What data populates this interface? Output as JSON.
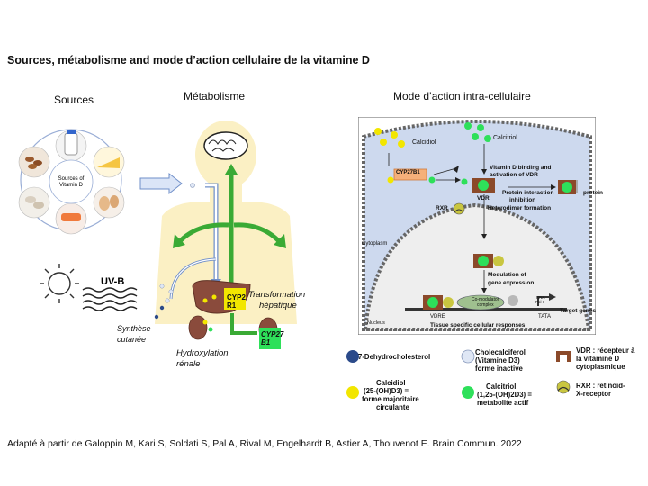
{
  "title": "Sources, métabolisme and mode d’action cellulaire de la vitamine D",
  "sections": {
    "sources": "Sources",
    "metabolism": "Métabolisme",
    "mode": "Mode d’action intra-cellulaire"
  },
  "sources_panel": {
    "center_label_line1": "Sources of",
    "center_label_line2": "Vitamin D",
    "uvb": "UV-B"
  },
  "metabolism_panel": {
    "cyp2r1_line1": "CYP2",
    "cyp2r1_line2": "R1",
    "transformation_line1": "Transformation",
    "transformation_line2": "hépatique",
    "synthese_line1": "Synthèse",
    "synthese_line2": "cutanée",
    "cyp27b1_line1": "CYP27",
    "cyp27b1_line2": "B1",
    "hydroxylation_line1": "Hydroxylation",
    "hydroxylation_line2": "rénale"
  },
  "cell_panel": {
    "calcidiol": "Calcidiol",
    "calcitriol": "Calcitriol",
    "cyp27b1": "CYP27B1",
    "binding_line1": "Vitamin D binding and",
    "binding_line2": "activation of VDR",
    "vdr": "VDR",
    "interaction_line1": "Protein interaction",
    "interaction_line2": "inhibition",
    "protein": "protein",
    "rxr": "RXR",
    "heterodimer": "Heterodimer formation",
    "cytoplasm": "Cytoplasm",
    "modulation_line1": "Modulation of",
    "modulation_line2": "gene expression",
    "comodulator_line1": "Co-modulator",
    "comodulator_line2": "complex",
    "rna_line1": "RNA",
    "rna_line2": "Pol II",
    "target_genes": "Target genes",
    "vdre": "VDRE",
    "tata": "TATA",
    "nucleus": "Nucleus",
    "tissue": "Tissue specific cellular responses"
  },
  "legend": {
    "dehydro": "7-Dehydrocholesterol",
    "chole_line1": "Cholecalciferol",
    "chole_line2": "(Vitamine D3)",
    "chole_line3": "forme inactive",
    "vdr_line1": "VDR : récepteur à",
    "vdr_line2": "la vitamine D",
    "vdr_line3": "cytoplasmique",
    "calcidiol_line1": "Calcidiol",
    "calcidiol_line2": "(25-(OH)D3) =",
    "calcidiol_line3": "forme majoritaire",
    "calcidiol_line4": "circulante",
    "calcitriol_line1": "Calcitriol",
    "calcitriol_line2": "(1,25-(OH)2D3) =",
    "calcitriol_line3": "metabolite actif",
    "rxr_line1": "RXR : retinoid-",
    "rxr_line2": "X-receptor"
  },
  "caption": "Adapté à partir de Galoppin M, Kari S, Soldati S, Pal A, Rival M, Engelhardt B, Astier A, Thouvenot E. Brain Commun. 2022",
  "colors": {
    "calcidiol": "#f2e600",
    "calcitriol": "#2ee05a",
    "dehydro": "#2b4a8a",
    "chole": "#dfe7f5",
    "body": "#fbf0c4",
    "liver": "#8a4b3c",
    "vdr": "#8b4a2a",
    "rxr": "#c9c640",
    "cell_bg": "#cdd9ee",
    "arrow_green": "#3aaa35"
  }
}
